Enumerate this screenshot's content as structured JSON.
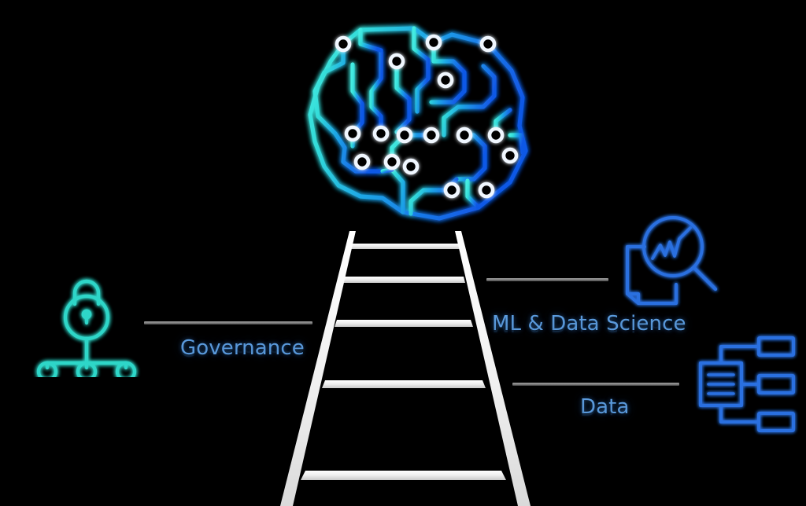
{
  "page": {
    "background_color": "#000000",
    "title": "Data capability ladder diagram"
  },
  "diagram": {
    "type": "conceptual-ladder-diagram",
    "center_graphic": "ladder",
    "top_graphic": "ai-brain-circuit",
    "nodes": [
      {
        "id": "governance",
        "label": "Governance",
        "icon": "lock-hierarchy-icon",
        "icon_color": "#2fd6c8",
        "side": "left",
        "rung": 3,
        "label_color": "#5b9bdd"
      },
      {
        "id": "ml-data-science",
        "label": "ML & Data Science",
        "icon": "document-magnifier-chart-icon",
        "icon_color": "#2a6fe0",
        "side": "right",
        "rung": 2,
        "label_color": "#5b9bdd"
      },
      {
        "id": "data",
        "label": "Data",
        "icon": "database-nodes-icon",
        "icon_color": "#2a6fe0",
        "side": "right",
        "rung": 4,
        "label_color": "#5b9bdd"
      }
    ],
    "ladder": {
      "name": "ladder",
      "rail_color": "#f2f2f2",
      "rung_count": 5,
      "perspective": "narrow-at-top-wide-at-bottom"
    },
    "brain": {
      "name": "ai-brain-circuit",
      "gradient_from": "#3fe3dc",
      "gradient_to": "#1565e8",
      "node_color": "#eef6ff",
      "node_count": 19
    },
    "connector_color": "#8a8a8a"
  }
}
